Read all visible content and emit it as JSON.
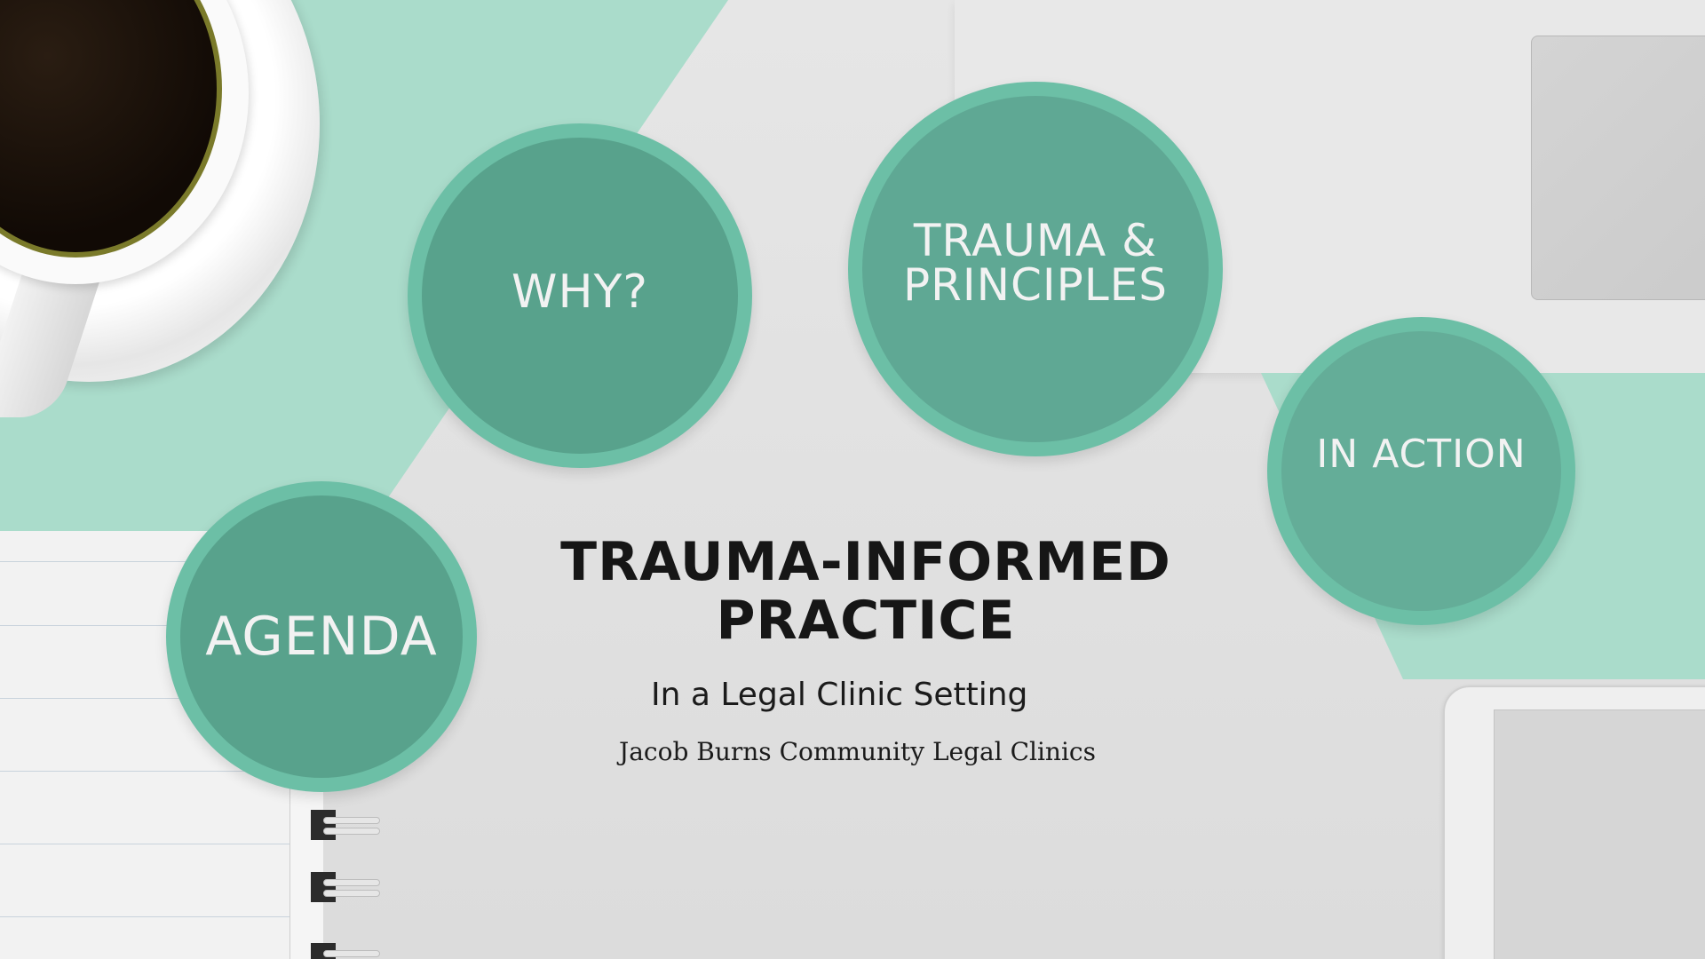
{
  "slide": {
    "title_line1": "TRAUMA-INFORMED",
    "title_line2": "PRACTICE",
    "subtitle": "In a Legal Clinic Setting",
    "organization": "Jacob Burns Community Legal Clinics"
  },
  "navigation_circles": [
    {
      "label": "AGENDA"
    },
    {
      "label": "WHY?"
    },
    {
      "label_line1": "TRAUMA &",
      "label_line2": "PRINCIPLES"
    },
    {
      "label": "IN ACTION"
    }
  ],
  "colors": {
    "mint_background": "#aadccb",
    "circle_ring": "#6cbfa6",
    "circle_fill": "#58a28c",
    "circle_text": "#f2f2f2",
    "title_text": "#161616"
  }
}
